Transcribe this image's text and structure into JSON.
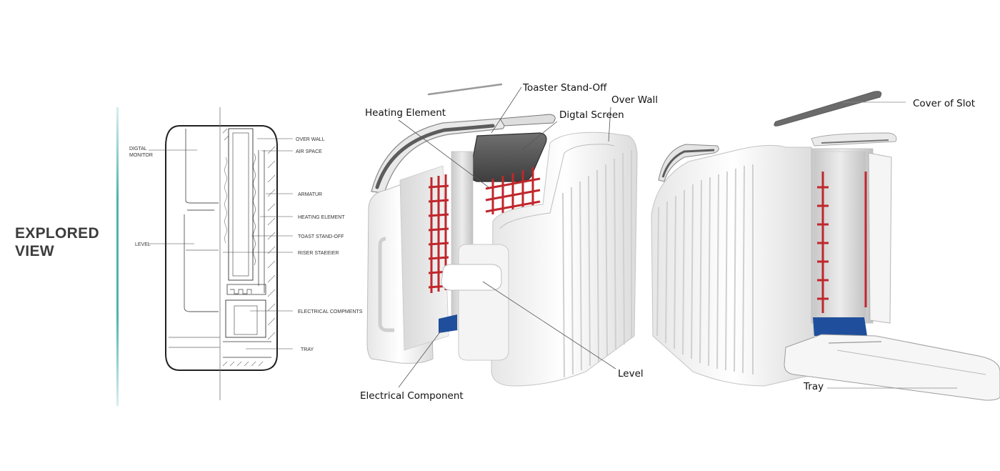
{
  "title": {
    "line1": "EXPLORED",
    "line2": "VIEW"
  },
  "sketch": {
    "left_labels": {
      "digital_monitor_1": "DIGTAL",
      "digital_monitor_2": "MONITOR",
      "level": "LEVEL"
    },
    "right_labels": {
      "over_wall": "OVER WALL",
      "air_space": "AIR SPACE",
      "armatur": "ARMATUR",
      "heating_element": "HEATING ELEMENT",
      "toast_stand_off": "TOAST STAND-OFF",
      "riser_staeeier": "RISER STAEEIER",
      "electrical_compments": "ELECTRICAL COMPMENTS",
      "tray": "TRAY"
    }
  },
  "render_labels": {
    "toaster_stand_off": "Toaster Stand-Off",
    "over_wall": "Over Wall",
    "heating_element": "Heating Element",
    "digtal_screen": "Digtal Screen",
    "cover_of_slot": "Cover of Slot",
    "level": "Level",
    "electrical_component": "Electrical Component",
    "tray": "Tray"
  },
  "colors": {
    "heating_grid": "#c0272d",
    "base_plate": "#1f4e9c",
    "screen": "#5a5a5a",
    "teal_rule": "#4fb3b0"
  }
}
